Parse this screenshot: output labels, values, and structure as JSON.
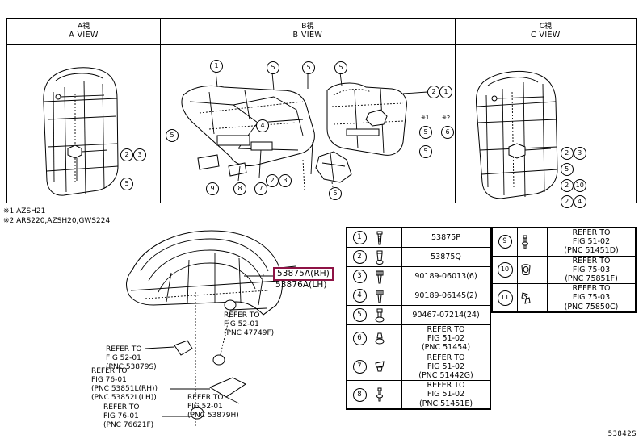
{
  "views": {
    "headers": [
      {
        "jp": "A視",
        "en": "A VIEW"
      },
      {
        "jp": "B視",
        "en": "B VIEW"
      },
      {
        "jp": "C視",
        "en": "C VIEW"
      }
    ]
  },
  "notes": [
    "※1 AZSH21",
    "※2 ARS220,AZSH20,GWS224"
  ],
  "highlight": {
    "rh": "53875A(RH)",
    "lh": "53876A(LH)"
  },
  "refs": [
    {
      "l1": "REFER TO",
      "l2": "FIG 52-01",
      "l3": "(PNC 47749F)"
    },
    {
      "l1": "REFER TO",
      "l2": "FIG 52-01",
      "l3": "(PNC 53879S)"
    },
    {
      "l1": "REFER TO",
      "l2": "FIG 76-01",
      "l3": "(PNC 53851L(RH))",
      "l4": "(PNC 53852L(LH))"
    },
    {
      "l1": "REFER TO",
      "l2": "FIG 76-01",
      "l3": "(PNC 76621F)"
    },
    {
      "l1": "REFER TO",
      "l2": "FIG 52-01",
      "l3": "(PNC 53879H)"
    }
  ],
  "parts_left": [
    {
      "num": "1",
      "icon": "screw-icon",
      "text": "53875P"
    },
    {
      "num": "2",
      "icon": "screw-icon",
      "text": "53875Q"
    },
    {
      "num": "3",
      "icon": "bolt-icon",
      "text": "90189-06013(6)"
    },
    {
      "num": "4",
      "icon": "bolt-icon",
      "text": "90189-06145(2)"
    },
    {
      "num": "5",
      "icon": "clip-icon",
      "text": "90467-07214(24)"
    },
    {
      "num": "6",
      "icon": "clip-icon",
      "r1": "REFER TO",
      "r2": "FIG 51-02",
      "r3": "(PNC 51454)"
    },
    {
      "num": "7",
      "icon": "clip-icon",
      "r1": "REFER TO",
      "r2": "FIG 51-02",
      "r3": "(PNC 51442G)"
    },
    {
      "num": "8",
      "icon": "screw-icon",
      "r1": "REFER TO",
      "r2": "FIG 51-02",
      "r3": "(PNC 51451E)"
    }
  ],
  "parts_right": [
    {
      "num": "9",
      "icon": "screw-icon",
      "r1": "REFER TO",
      "r2": "FIG 51-02",
      "r3": "(PNC 51451D)"
    },
    {
      "num": "10",
      "icon": "grommet-icon",
      "r1": "REFER TO",
      "r2": "FIG 75-03",
      "r3": "(PNC 75851F)"
    },
    {
      "num": "11",
      "icon": "clip-icon",
      "r1": "REFER TO",
      "r2": "FIG 75-03",
      "r3": "(PNC 75850C)"
    }
  ],
  "bubbles_a": [
    "2",
    "3",
    "5"
  ],
  "bubbles_b": [
    "1",
    "5",
    "5",
    "5",
    "2",
    "1",
    "4",
    "2",
    "3",
    "5",
    "6",
    "5",
    "5",
    "5",
    "9",
    "8",
    "7"
  ],
  "bubbles_c": [
    "2",
    "3",
    "5",
    "2",
    "10",
    "2",
    "4"
  ],
  "stars": [
    "※1",
    "※2"
  ],
  "corner_code": "53842S"
}
